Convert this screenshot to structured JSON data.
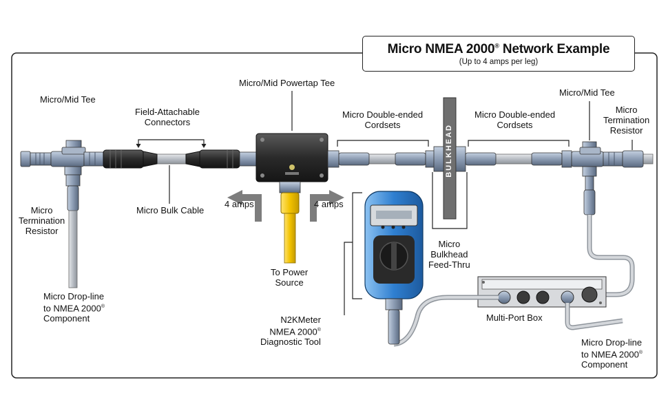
{
  "title": {
    "main": "Micro NMEA 2000",
    "reg": "®",
    "main_suffix": " Network Example",
    "subtitle": "(Up to 4 amps per leg)"
  },
  "labels": {
    "left_tee": "Micro/Mid Tee",
    "right_tee": "Micro/Mid Tee",
    "field_attach_1": "Field-Attachable",
    "field_attach_2": "Connectors",
    "powertap": "Micro/Mid Powertap Tee",
    "cordsets_left_1": "Micro Double-ended",
    "cordsets_left_2": "Cordsets",
    "cordsets_right_1": "Micro Double-ended",
    "cordsets_right_2": "Cordsets",
    "left_term_1": "Micro",
    "left_term_2": "Termination",
    "left_term_3": "Resistor",
    "right_term_1": "Micro",
    "right_term_2": "Termination",
    "right_term_3": "Resistor",
    "bulk_cable": "Micro Bulk Cable",
    "amps_left": "4 amps",
    "amps_right": "4 amps",
    "power_1": "To Power",
    "power_2": "Source",
    "bulkhead_1": "Micro",
    "bulkhead_2": "Bulkhead",
    "bulkhead_3": "Feed-Thru",
    "bulkhead_vertical": "BULKHEAD",
    "drop_left_1": "Micro Drop-line",
    "drop_left_2": "to NMEA 2000",
    "drop_left_3": "Component",
    "drop_right_1": "Micro Drop-line",
    "drop_right_2": "to NMEA 2000",
    "drop_right_3": "Component",
    "meter_1": "N2KMeter",
    "meter_2": "NMEA 2000",
    "meter_3": "Diagnostic Tool",
    "multiport": "Multi-Port Box",
    "reg": "®"
  },
  "colors": {
    "frame": "#222222",
    "cable": "#c9cdd2",
    "connector": "#8d9db4",
    "dark_body": "#2f2f2f",
    "power_cable": "#f1c40f",
    "meter_blue": "#2f7fd0"
  }
}
